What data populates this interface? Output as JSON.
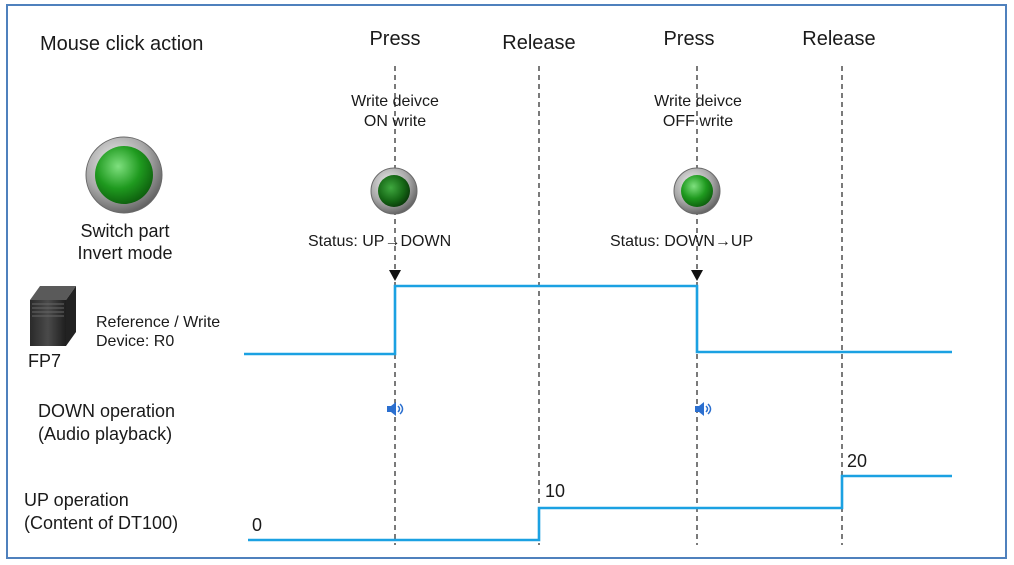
{
  "header": {
    "row_label": "Mouse click action",
    "events": [
      "Press",
      "Release",
      "Press",
      "Release"
    ]
  },
  "actions": [
    {
      "line1": "Write deivce",
      "line2": "ON write",
      "status": "Status: UP→DOWN"
    },
    {
      "line1": "Write deivce",
      "line2": "OFF write",
      "status": "Status: DOWN→UP"
    }
  ],
  "switch_part": {
    "line1": "Switch part",
    "line2": "Invert mode"
  },
  "device": {
    "line1": "Reference / Write",
    "line2": "Device: R0",
    "plc": "FP7"
  },
  "down_op": {
    "line1": "DOWN operation",
    "line2": "(Audio playback)",
    "icon": "speaker-icon"
  },
  "up_op": {
    "line1": "UP operation",
    "line2": "(Content of DT100)",
    "values": [
      "0",
      "10",
      "20"
    ]
  },
  "colors": {
    "signal": "#1ba1e2",
    "frame": "#4f81bd",
    "button_green": "#1f9a1f",
    "speaker": "#2b6fcf"
  }
}
